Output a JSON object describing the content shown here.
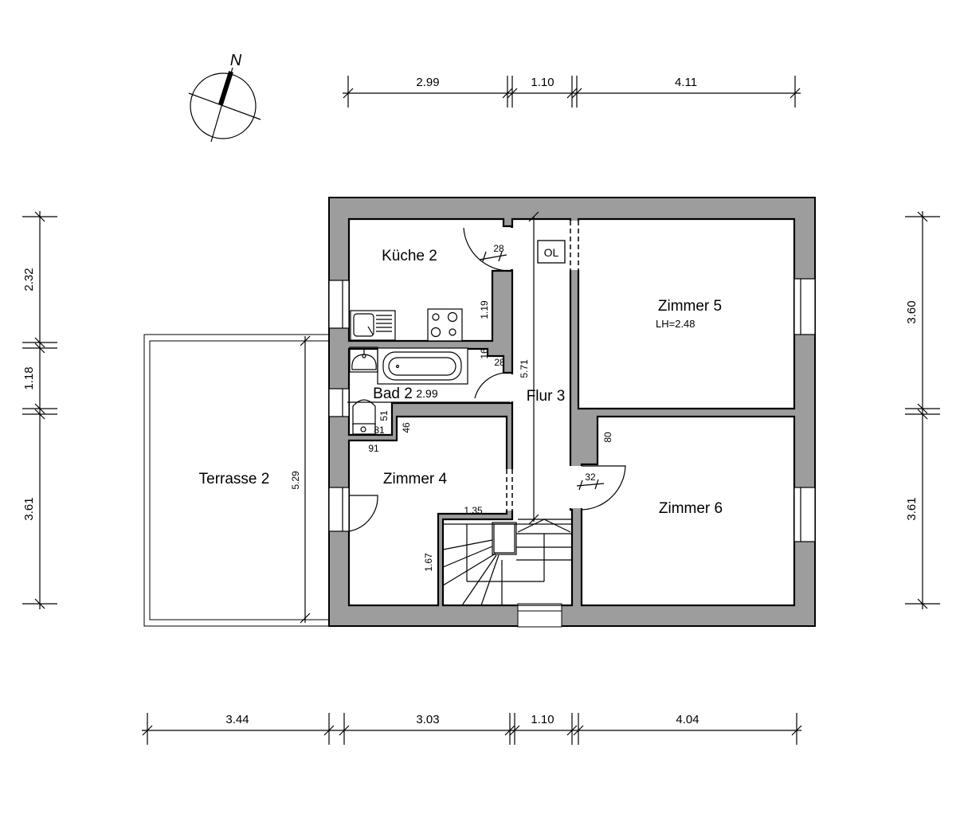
{
  "colors": {
    "wall": "#9d9d9d",
    "line": "#000000",
    "background": "#ffffff"
  },
  "compass": {
    "label": "N"
  },
  "rooms": {
    "kueche": "Küche 2",
    "bad": "Bad 2",
    "bad_area": "2.99",
    "flur": "Flur 3",
    "zimmer4": "Zimmer 4",
    "zimmer5": "Zimmer 5",
    "zimmer5_height": "LH=2.48",
    "zimmer6": "Zimmer 6",
    "terrasse": "Terrasse 2",
    "ol": "OL"
  },
  "dimensions": {
    "top": [
      "2.99",
      "1.10",
      "4.11"
    ],
    "bottom": [
      "3.44",
      "3.03",
      "1.10",
      "4.04"
    ],
    "left": [
      "2.32",
      "1.18",
      "3.61"
    ],
    "right": [
      "3.60",
      "3.61"
    ],
    "inner": {
      "kitchen_door": "28",
      "kitchen_wall": "1.19",
      "bath_16": "16",
      "bath_28": "28",
      "flur_length": "5.71",
      "wc_51": "51",
      "wc_81": "81",
      "wall_46": "46",
      "z4_91": "91",
      "z4_135": "1.35",
      "stairs_167": "1.67",
      "z6_80": "80",
      "z6_door": "32",
      "terrace_depth": "5.29"
    }
  }
}
